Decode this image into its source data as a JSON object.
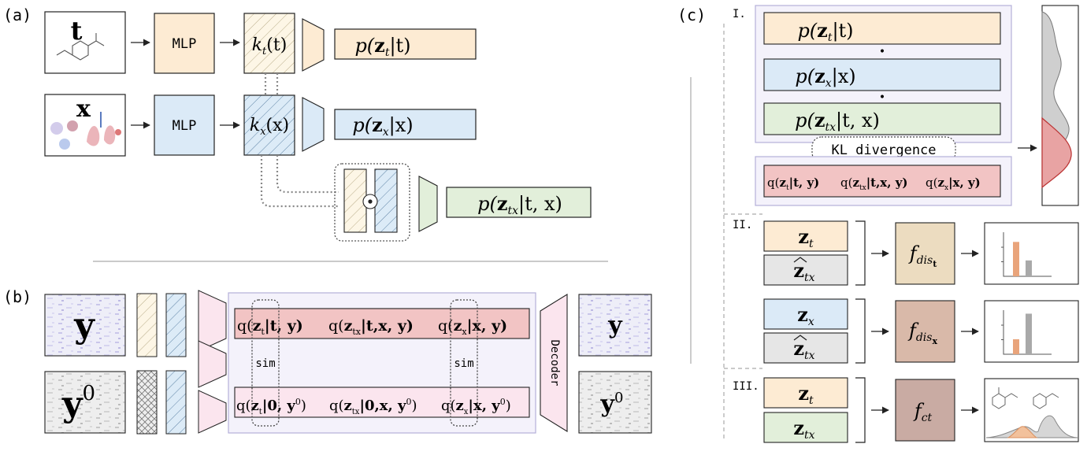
{
  "panels": {
    "a": "(a)",
    "b": "(b)",
    "c": "(c)"
  },
  "panel_a": {
    "input_t": "t",
    "input_x": "x",
    "mlp_t": "MLP",
    "mlp_x": "MLP",
    "kernel_t": {
      "k": "k",
      "sub": "t",
      "arg": "(t)"
    },
    "kernel_x": {
      "k": "k",
      "sub": "x",
      "arg": "(x)"
    },
    "prior_t": {
      "pre": "p(",
      "z": "z",
      "sub": "t",
      "post": "|t)"
    },
    "prior_x": {
      "pre": "p(",
      "z": "z",
      "sub": "x",
      "post": "|x)"
    },
    "prior_tx": {
      "pre": "p(",
      "z": "z",
      "sub": "tx",
      "post": "|t, x)"
    },
    "hadamard": "⊙"
  },
  "panel_b": {
    "y_label": "y",
    "y0_label": "y",
    "y0_sup": "0",
    "y_out_label": "y",
    "y0_out_label": "y",
    "y0_out_sup": "0",
    "sim_left": "sim",
    "sim_right": "sim",
    "decoder": "Decoder",
    "post_top": [
      {
        "pre": "q(",
        "z": "z",
        "sub": "t",
        "post": "|t, y)"
      },
      {
        "pre": "q(",
        "z": "z",
        "sub": "tx",
        "post": "|t,x, y)"
      },
      {
        "pre": "q(",
        "z": "z",
        "sub": "x",
        "post": "|x, y)"
      }
    ],
    "post_bottom": [
      {
        "pre": "q(",
        "z": "z",
        "sub": "t",
        "post": "|0, y",
        "sup": "0",
        "end": ")"
      },
      {
        "pre": "q(",
        "z": "z",
        "sub": "tx",
        "post": "|0,x, y",
        "sup": "0",
        "end": ")"
      },
      {
        "pre": "q(",
        "z": "z",
        "sub": "x",
        "post": "|x, y",
        "sup": "0",
        "end": ")"
      }
    ]
  },
  "panel_c": {
    "roman_1": "I.",
    "roman_2": "II.",
    "roman_3": "III.",
    "p_t": {
      "pre": "p(",
      "z": "z",
      "sub": "t",
      "post": "|t)"
    },
    "p_x": {
      "pre": "p(",
      "z": "z",
      "sub": "x",
      "post": "|x)"
    },
    "p_tx": {
      "pre": "p(",
      "z": "z",
      "sub": "tx",
      "post": "|t, x)"
    },
    "dot": "•",
    "kl": "KL divergence",
    "q_row": [
      {
        "pre": "q(",
        "z": "z",
        "sub": "t",
        "post": "|t, y)"
      },
      {
        "pre": "q(",
        "z": "z",
        "sub": "tx",
        "post": "|t,x, y)"
      },
      {
        "pre": "q(",
        "z": "z",
        "sub": "x",
        "post": "|x, y)"
      }
    ],
    "z_t": {
      "z": "z",
      "sub": "t"
    },
    "z_tx_hat": {
      "z": "z",
      "sub": "tx"
    },
    "z_x": {
      "z": "z",
      "sub": "x"
    },
    "z_tx_hat_2": {
      "z": "z",
      "sub": "tx"
    },
    "z_t_3": {
      "z": "z",
      "sub": "t"
    },
    "z_tx_3": {
      "z": "z",
      "sub": "tx"
    },
    "f_dis_t": {
      "f": "f",
      "sub": "dis",
      "subsub": "t"
    },
    "f_dis_x": {
      "f": "f",
      "sub": "dis",
      "subsub": "x"
    },
    "f_ct": {
      "f": "f",
      "sub": "ct"
    },
    "bar_chart_1": {
      "values": [
        0.78,
        0.36
      ]
    },
    "bar_chart_2": {
      "values": [
        0.34,
        0.92
      ]
    }
  },
  "colors": {
    "orange": "#fdebd3",
    "blue": "#dbeaf7",
    "green": "#e2efda",
    "red": "#f2c4c4",
    "pink": "#fbe5ee",
    "tan": "#ecdcc0",
    "brown": "#d9b9a9",
    "mauve": "#c9aba3",
    "gray": "#e6e6e6",
    "lavender": "#f4f2fb",
    "bar_orange": "#e9a47b",
    "bar_gray": "#a9a9a9"
  }
}
